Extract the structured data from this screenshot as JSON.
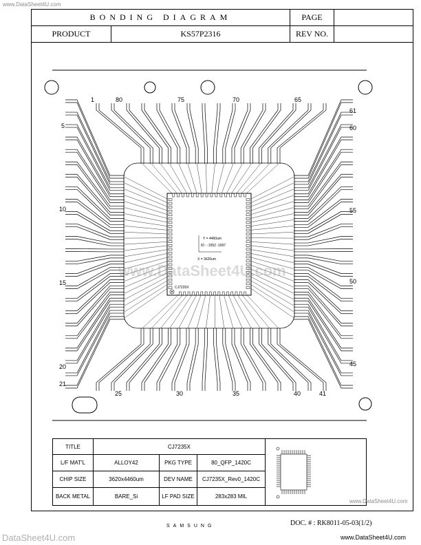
{
  "watermarks": {
    "top": "www.DataSheet4U.com",
    "middle": "www.DataSheet4U.com",
    "table": "www.DataSheet4U.com",
    "bottom_left": "DataSheet4U.com",
    "bottom_right": "www.DataSheet4U.com"
  },
  "header": {
    "title": "BONDING DIAGRAM",
    "page_label": "PAGE",
    "page_value": "",
    "product_label": "PRODUCT",
    "product_value": "KS57P2316",
    "rev_label": "REV NO.",
    "rev_value": ""
  },
  "pin_labels": {
    "top": [
      "1",
      "80",
      "75",
      "70",
      "65"
    ],
    "right": [
      "61",
      "60",
      "55",
      "50",
      "45"
    ],
    "left": [
      "5",
      "10",
      "15",
      "20",
      "21"
    ],
    "bottom": [
      "25",
      "30",
      "35",
      "40",
      "41"
    ]
  },
  "chip": {
    "dim_y": "Y = 4460um",
    "id": "ID : -1552 -1997",
    "dim_x": "X = 3620um",
    "name": "CJ7235X"
  },
  "spec_table": {
    "title_label": "TITLE",
    "title_value": "CJ7235X",
    "rows": [
      {
        "l1": "L/F MAT'L",
        "v1": "ALLOY42",
        "l2": "PKG TYPE",
        "v2": "80_QFP_1420C"
      },
      {
        "l1": "CHIP SIZE",
        "v1": "3620x4460um",
        "l2": "DEV NAME",
        "v2": "CJ7235X_Rev0_1420C"
      },
      {
        "l1": "BACK METAL",
        "v1": "BARE_Si",
        "l2": "LF PAD SIZE",
        "v2": "283x283 MIL"
      }
    ]
  },
  "footer": {
    "brand": "SAMSUNG",
    "doc_number": "DOC. # : RK8011-05-03(1/2)"
  }
}
